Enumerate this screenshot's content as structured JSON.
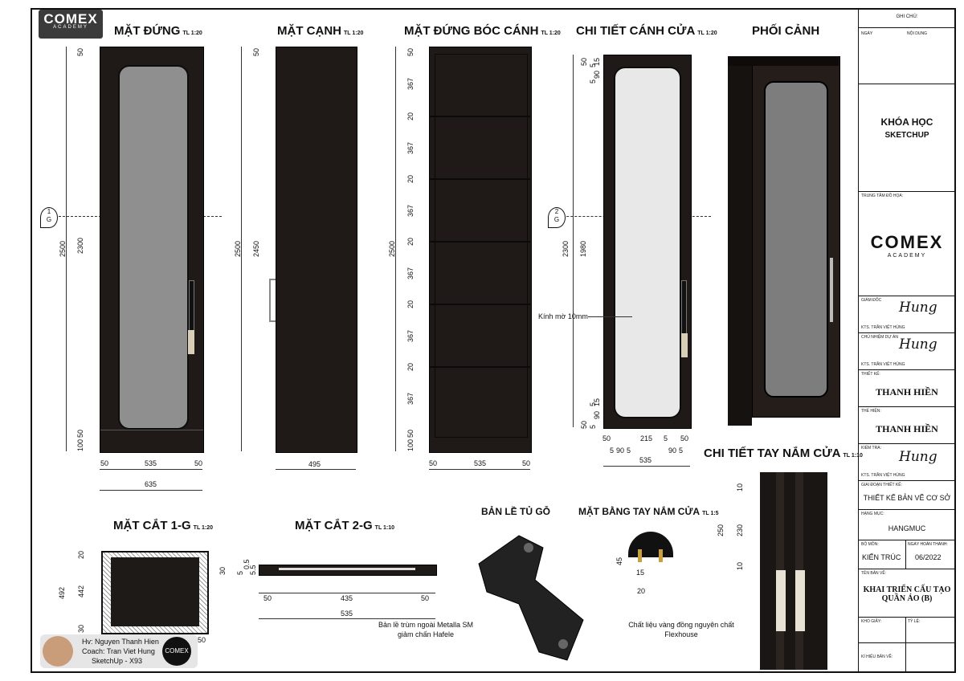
{
  "brand": {
    "name": "COMEX",
    "sub": "ACADEMY"
  },
  "views": {
    "front": {
      "title": "MẶT ĐỨNG",
      "scale": "TL 1:20"
    },
    "side": {
      "title": "MẶT CẠNH",
      "scale": "TL 1:20"
    },
    "open": {
      "title": "MẶT ĐỨNG BÓC CÁNH",
      "scale": "TL 1:20"
    },
    "door": {
      "title": "CHI TIẾT CÁNH CỬA",
      "scale": "TL 1:20"
    },
    "persp": {
      "title": "PHỐI CẢNH",
      "scale": ""
    },
    "handle": {
      "title": "CHI TIẾT TAY NẮM CỬA",
      "scale": "TL 1:10"
    },
    "sec1": {
      "title": "MẶT CẮT 1-G",
      "scale": "TL 1:20"
    },
    "sec2": {
      "title": "MẶT CẮT 2-G",
      "scale": "TL 1:10"
    },
    "hinge": {
      "title": "BẢN LỀ TỦ GỖ",
      "scale": ""
    },
    "handleplan": {
      "title": "MẶT BẰNG TAY NẮM CỬA",
      "scale": "TL 1:5"
    }
  },
  "markers": {
    "m1": {
      "num": "1",
      "ref": "G"
    },
    "m2": {
      "num": "2",
      "ref": "G"
    }
  },
  "dims": {
    "front": {
      "h_total": "2500",
      "h_mid": "2300",
      "top": "50",
      "bot1": "100",
      "bot2": "50",
      "w_left": "50",
      "w_mid": "535",
      "w_right": "50",
      "w_total": "635"
    },
    "side": {
      "h_total": "2500",
      "h_mid": "2450",
      "top": "50",
      "w": "495"
    },
    "open": {
      "h_total": "2500",
      "segs": [
        "50",
        "367",
        "20",
        "367",
        "20",
        "367",
        "20",
        "367",
        "20",
        "367",
        "20",
        "367",
        "50",
        "100"
      ],
      "w_left": "50",
      "w_mid": "535",
      "w_right": "50"
    },
    "door": {
      "h_total": "2300",
      "h_mid": "1980",
      "v": [
        "50",
        "5",
        "15",
        "90",
        "5",
        "5",
        "15",
        "90",
        "50",
        "5"
      ],
      "w_parts": [
        "50",
        "5",
        "90",
        "5",
        "215",
        "5",
        "90",
        "5",
        "50"
      ],
      "w_total": "535"
    },
    "sec1": {
      "h": "492",
      "h_in": "442",
      "top": "20",
      "bot": "30",
      "w_small": "50"
    },
    "sec2": {
      "t": "30",
      "a": "5",
      "b": "0.5",
      "c": "5.5",
      "w_left": "50",
      "w_mid": "435",
      "w_right": "50",
      "w_total": "535"
    },
    "handle": {
      "h": "250",
      "h_in": "230",
      "top": "10",
      "bot": "10"
    },
    "handleplan": {
      "h": "45",
      "w": "15",
      "d": "20"
    }
  },
  "notes": {
    "glass": "Kính mờ 10mm",
    "hinge": "Bản lề trùm ngoài Metalla SM giảm chấn Hafele",
    "handle": "Chất liệu vàng đồng nguyên chất Flexhouse"
  },
  "student": {
    "hv": "Hv: Nguyen Thanh Hien",
    "coach": "Coach: Tran Viet Hung",
    "course": "SketchUp - X93"
  },
  "titleblock": {
    "ghichu": "GHI CHÚ:",
    "ngay": "NGÀY",
    "noidung": "NỘI DUNG",
    "course1": "KHÓA HỌC",
    "course2": "SKETCHUP",
    "trungtam": "TRUNG TÂM ĐỒ HỌA:",
    "giamdoc": "GIÁM ĐỐC",
    "kts1": "KTS. TRẦN VIỆT HÙNG",
    "chunhiem": "CHỦ NHIỆM DỰ ÁN",
    "kts2": "KTS. TRẦN VIỆT HÙNG",
    "thietke": "THIẾT KẾ:",
    "thietke_val": "THANH HIỀN",
    "thehien": "THỂ HIỆN:",
    "thehien_val": "THANH HIỀN",
    "kiemtra": "KIỂM TRA:",
    "kts3": "KTS. TRẦN VIỆT HÙNG",
    "giaidoan": "GIAI ĐOẠN THIẾT KẾ:",
    "giaidoan_val": "THIẾT KẾ BẢN VẼ CƠ SỞ",
    "hangmuc": "HẠNG MỤC:",
    "hangmuc_val": "HANGMUC",
    "bomon": "BỘ MÔN:",
    "bomon_val": "KIẾN TRÚC",
    "ngayht": "NGÀY HOÀN THÀNH:",
    "ngayht_val": "06/2022",
    "tenbv": "TÊN BẢN VẼ:",
    "tenbv_val": "KHAI TRIỂN CẤU TẠO QUẦN ÁO (B)",
    "khogiay": "KHỔ GIẤY:",
    "tyle": "TỶ LỆ:",
    "kyhieu": "KÍ HIỆU BẢN VẼ:",
    "signature": "Hung"
  }
}
